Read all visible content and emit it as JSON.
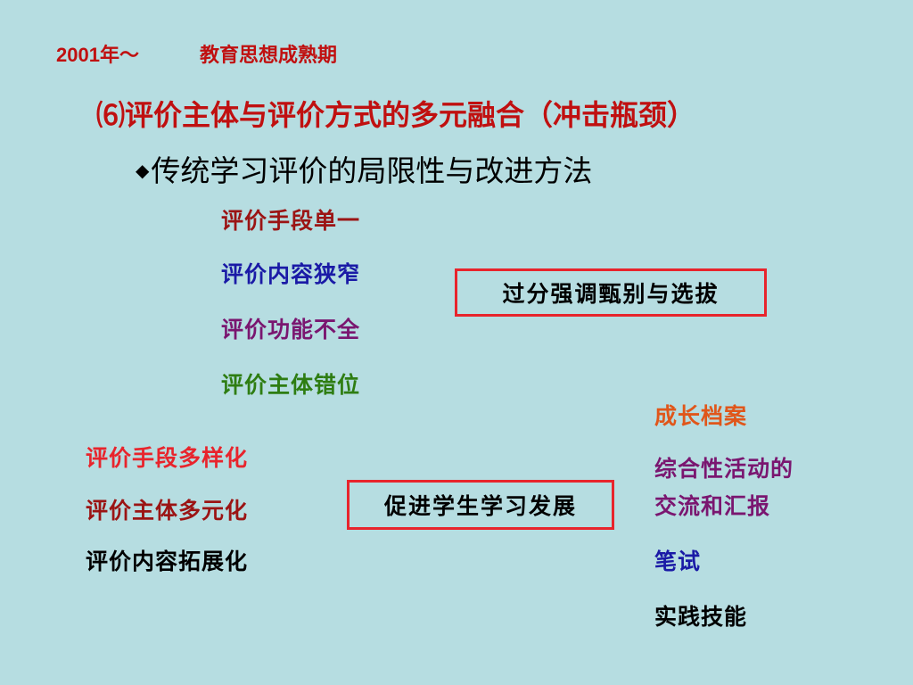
{
  "header": {
    "year": "2001年～",
    "period": "教育思想成熟期"
  },
  "title": "⑹评价主体与评价方式的多元融合（冲击瓶颈）",
  "bullet": {
    "glyph": "◆",
    "text": "传统学习评价的局限性与改进方法"
  },
  "limitations": [
    {
      "text": "评价手段单一",
      "color": "#9b1414"
    },
    {
      "text": "评价内容狭窄",
      "color": "#1a1aa6"
    },
    {
      "text": "评价功能不全",
      "color": "#7a1670"
    },
    {
      "text": "评价主体错位",
      "color": "#2e7d12"
    }
  ],
  "box_top": "过分强调甄别与选拔",
  "improvements": [
    {
      "text": "评价手段多样化",
      "color": "#e8242c"
    },
    {
      "text": "评价主体多元化",
      "color": "#9b1414"
    },
    {
      "text": "评价内容拓展化",
      "color": "#000000"
    }
  ],
  "box_bottom": "促进学生学习发展",
  "methods": [
    {
      "text": "成长档案",
      "color": "#e0561a"
    },
    {
      "text": "综合性活动的",
      "color": "#7a1670"
    },
    {
      "text": "交流和汇报",
      "color": "#7a1670"
    },
    {
      "text": "笔试",
      "color": "#1a1aa6"
    },
    {
      "text": "实践技能",
      "color": "#000000"
    }
  ],
  "colors": {
    "background": "#b6dde1",
    "header_year": "#c01010",
    "header_period": "#c01010",
    "title": "#c01010",
    "box_border": "#e8242c"
  }
}
